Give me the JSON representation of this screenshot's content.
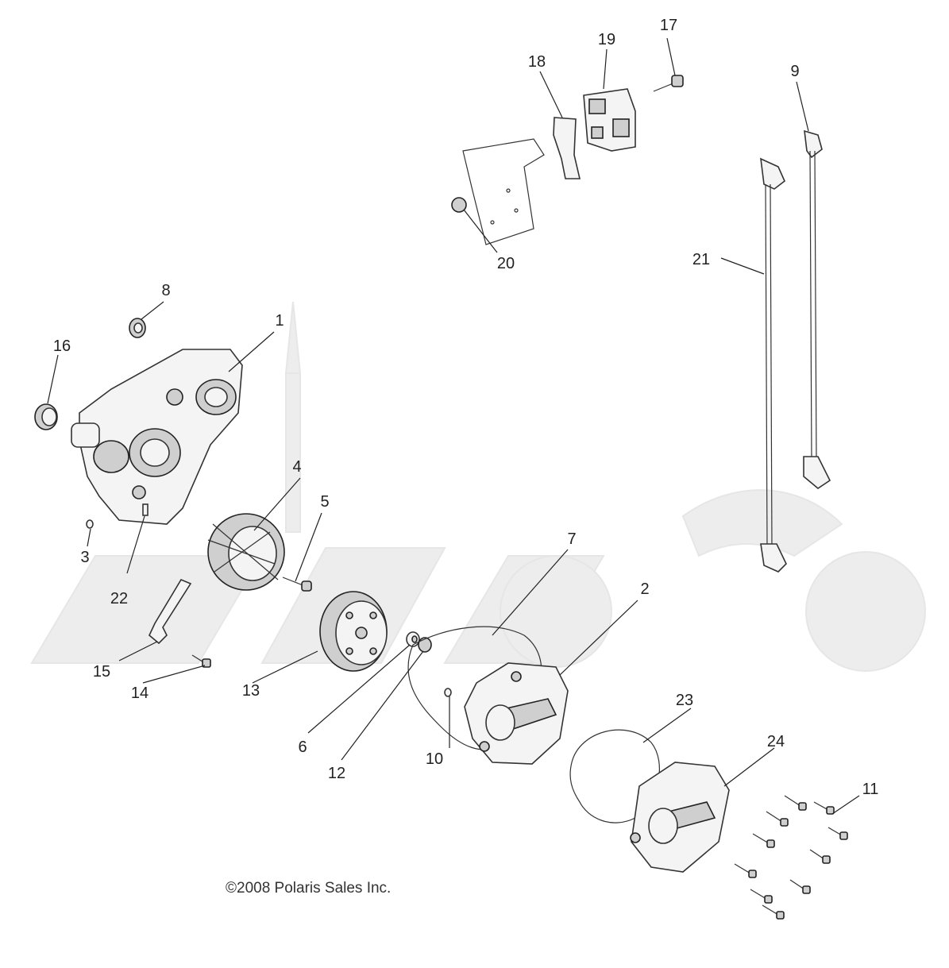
{
  "callouts": [
    {
      "id": "1",
      "text": "1"
    },
    {
      "id": "2",
      "text": "2"
    },
    {
      "id": "3",
      "text": "3"
    },
    {
      "id": "4",
      "text": "4"
    },
    {
      "id": "5",
      "text": "5"
    },
    {
      "id": "6",
      "text": "6"
    },
    {
      "id": "7",
      "text": "7"
    },
    {
      "id": "8",
      "text": "8"
    },
    {
      "id": "9",
      "text": "9"
    },
    {
      "id": "10",
      "text": "10"
    },
    {
      "id": "11",
      "text": "11"
    },
    {
      "id": "12",
      "text": "12"
    },
    {
      "id": "13",
      "text": "13"
    },
    {
      "id": "14",
      "text": "14"
    },
    {
      "id": "15",
      "text": "15"
    },
    {
      "id": "16",
      "text": "16"
    },
    {
      "id": "17",
      "text": "17"
    },
    {
      "id": "18",
      "text": "18"
    },
    {
      "id": "19",
      "text": "19"
    },
    {
      "id": "20",
      "text": "20"
    },
    {
      "id": "21",
      "text": "21"
    },
    {
      "id": "22",
      "text": "22"
    },
    {
      "id": "23",
      "text": "23"
    },
    {
      "id": "24",
      "text": "24"
    }
  ],
  "copyright": "©2008 Polaris Sales Inc."
}
